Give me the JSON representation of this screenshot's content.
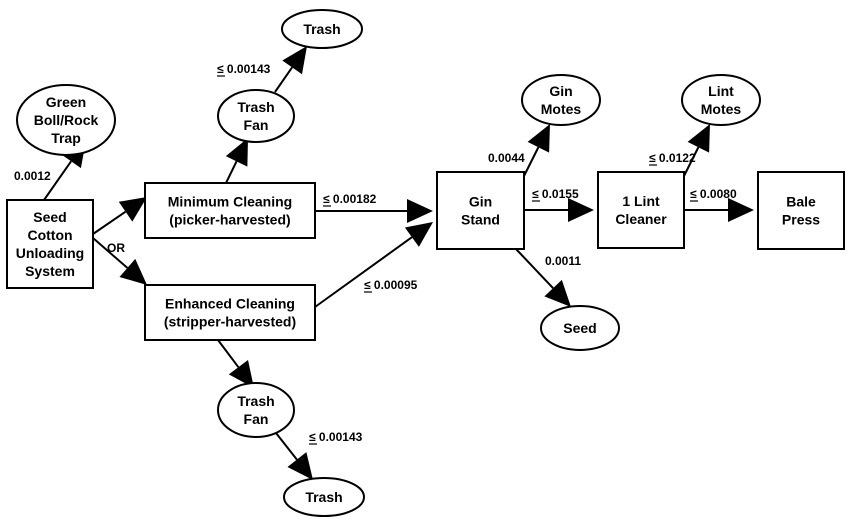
{
  "nodes": {
    "seed_cotton": {
      "label": [
        "Seed",
        "Cotton",
        "Unloading",
        "System"
      ]
    },
    "green_boll": {
      "label": [
        "Green",
        "Boll/Rock",
        "Trap"
      ]
    },
    "min_cleaning": {
      "label": [
        "Minimum Cleaning",
        "(picker-harvested)"
      ]
    },
    "enh_cleaning": {
      "label": [
        "Enhanced Cleaning",
        "(stripper-harvested)"
      ]
    },
    "trash_fan_top": {
      "label": [
        "Trash",
        "Fan"
      ]
    },
    "trash_top": {
      "label": [
        "Trash"
      ]
    },
    "trash_fan_bottom": {
      "label": [
        "Trash",
        "Fan"
      ]
    },
    "trash_bottom": {
      "label": [
        "Trash"
      ]
    },
    "gin_stand": {
      "label": [
        "Gin",
        "Stand"
      ]
    },
    "gin_motes": {
      "label": [
        "Gin",
        "Motes"
      ]
    },
    "seed": {
      "label": [
        "Seed"
      ]
    },
    "lint_cleaner": {
      "label": [
        "1 Lint",
        "Cleaner"
      ]
    },
    "lint_motes": {
      "label": [
        "Lint",
        "Motes"
      ]
    },
    "bale_press": {
      "label": [
        "Bale",
        "Press"
      ]
    }
  },
  "edges": [
    {
      "id": "seed_cotton-green_boll",
      "value": "0.0012",
      "le": false
    },
    {
      "id": "seed_cotton-min_cleaning",
      "value": "",
      "le": false
    },
    {
      "id": "seed_cotton-enh_cleaning",
      "value": "OR",
      "le": false
    },
    {
      "id": "min_cleaning-trash_fan_top",
      "value": "",
      "le": false
    },
    {
      "id": "trash_fan_top-trash_top",
      "value": "0.00143",
      "le": true
    },
    {
      "id": "min_cleaning-gin_stand",
      "value": "0.00182",
      "le": true
    },
    {
      "id": "enh_cleaning-gin_stand",
      "value": "0.00095",
      "le": true
    },
    {
      "id": "enh_cleaning-trash_fan_bottom",
      "value": "",
      "le": false
    },
    {
      "id": "trash_fan_bottom-trash_bottom",
      "value": "0.00143",
      "le": true
    },
    {
      "id": "gin_stand-gin_motes",
      "value": "0.0044",
      "le": false
    },
    {
      "id": "gin_stand-seed",
      "value": "0.0011",
      "le": false
    },
    {
      "id": "gin_stand-lint_cleaner",
      "value": "0.0155",
      "le": true
    },
    {
      "id": "lint_cleaner-lint_motes",
      "value": "0.0122",
      "le": true
    },
    {
      "id": "lint_cleaner-bale_press",
      "value": "0.0080",
      "le": true
    }
  ],
  "le_symbol": "≤"
}
